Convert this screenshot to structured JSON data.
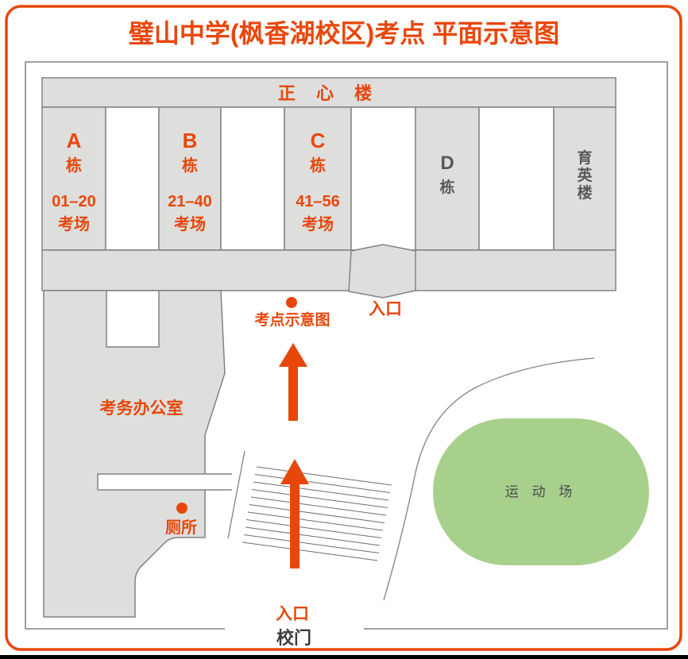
{
  "title": "璧山中学(枫香湖校区)考点 平面示意图",
  "colors": {
    "accent_orange": "#E8470C",
    "building_fill": "#DEDEDC",
    "border_gray": "#828282",
    "field_green": "#A8D08D",
    "dark_text": "#595959"
  },
  "map": {
    "main_building": "正 心 楼",
    "buildings": {
      "a": {
        "letter": "A",
        "unit": "栋",
        "range": "01–20",
        "rooms": "考场"
      },
      "b": {
        "letter": "B",
        "unit": "栋",
        "range": "21–40",
        "rooms": "考场"
      },
      "c": {
        "letter": "C",
        "unit": "栋",
        "range": "41–56",
        "rooms": "考场"
      },
      "d": {
        "letter": "D",
        "unit": "栋"
      },
      "yuying": {
        "c1": "育",
        "c2": "英",
        "c3": "楼"
      }
    },
    "labels": {
      "exam_office": "考务办公室",
      "toilet": "厕所",
      "site_marker": "考点示意图",
      "entrance_mid": "入口",
      "entrance_bottom": "入口",
      "school_gate": "校门",
      "sports_field": "运 动 场"
    }
  }
}
